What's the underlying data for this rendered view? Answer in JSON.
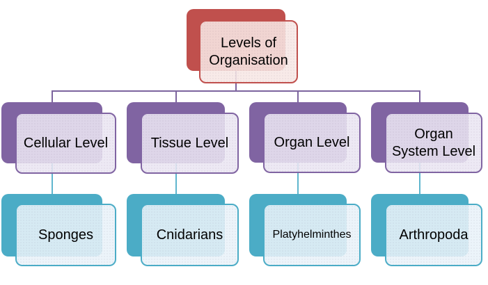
{
  "diagram": {
    "root": {
      "label": "Levels of\nOrganisation"
    },
    "columns": [
      {
        "level_label": "Cellular Level",
        "phylum_label": "Sponges"
      },
      {
        "level_label": "Tissue Level",
        "phylum_label": "Cnidarians"
      },
      {
        "level_label": "Organ Level",
        "phylum_label": "Platyhelminthes"
      },
      {
        "level_label": "Organ\nSystem Level",
        "phylum_label": "Arthropoda"
      }
    ],
    "colors": {
      "root_accent": "#C0504D",
      "level_accent": "#8064A2",
      "phylum_accent": "#4BACC6",
      "root_fill": "#F8E9E7",
      "level_fill": "#ECE8F2",
      "phylum_fill": "#EDF5F9",
      "connector_purple": "#7C649E",
      "connector_teal": "#5FB6CE",
      "text": "#000000"
    }
  }
}
